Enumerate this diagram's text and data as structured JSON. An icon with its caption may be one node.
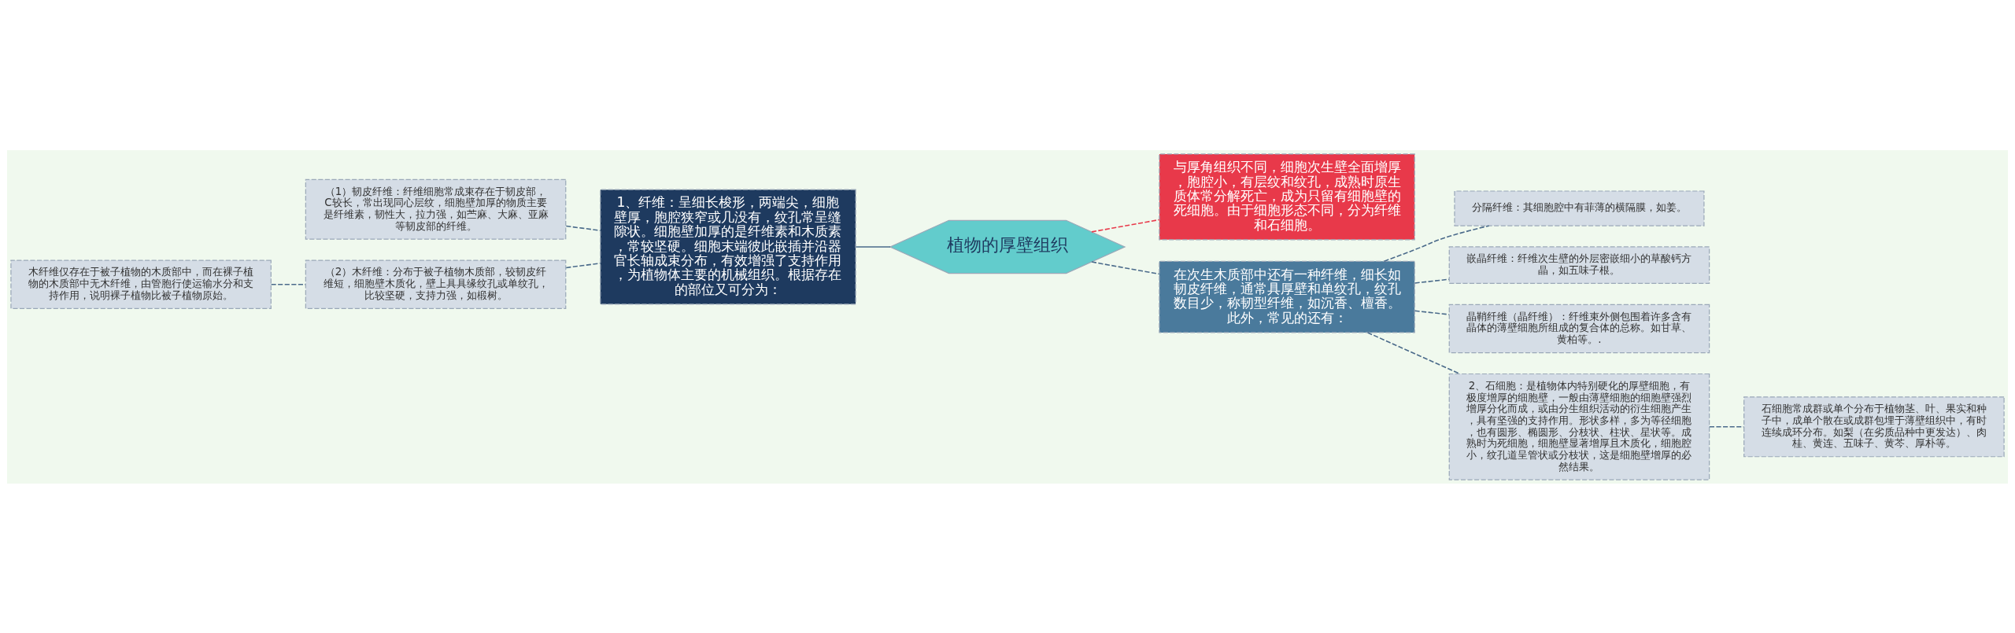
{
  "diagram": {
    "nodes": [
      {
        "text": [
          "植物的厚壁组织"
        ]
      },
      {
        "text": [
          "1、纤维：呈细长梭形，两端尖，细胞壁厚，胞腔狭窄或几没有，纹孔常呈缝隙状。细胞壁加厚的是纤维素和木质素，常较坚硬。细胞末端彼此嵌插并沿器官长轴成束分布，有效增强了支持作用，为植物体主要的机械组织。根据存在的部位又可分为："
        ]
      },
      {
        "text": [
          "（1）韧皮纤维：纤维细胞常成束存在于韧皮部，C较长，常出现同心层纹，细胞壁加厚的物质主要是纤维素，韧性大，拉力强，如苎麻、大麻、亚麻等韧皮部的纤维。"
        ]
      },
      {
        "text": [
          "（2）木纤维：分布于被子植物木质部，较韧皮纤维短，细胞壁木质化，壁上具具缘纹孔或单纹孔，比较坚硬，支持力强，如椴树。"
        ]
      },
      {
        "text": [
          "木纤维仅存在于被子植物的木质部中，而在裸子植物的木质部中无木纤维，由管胞行使运输水分和支持作用，说明裸子植物比被子植物原始。"
        ]
      },
      {
        "text": [
          "与厚角组织不同，细胞次生壁全面增厚，胞腔小，有层纹和纹孔，成熟时原生质体常分解死亡，成为只留有细胞壁的死细胞。由于细胞形态不同，分为纤维和石细胞。"
        ]
      },
      {
        "text": [
          "在次生木质部中还有一种纤维，细长如韧皮纤维，通常具厚壁和单纹孔，纹孔数目少，称韧型纤维，如沉香、檀香。此外，常见的还有："
        ]
      },
      {
        "text": [
          "分隔纤维：其细胞腔中有菲薄的横隔膜，如姜。"
        ]
      },
      {
        "text": [
          "嵌晶纤维：纤维次生壁的外层密嵌细小的草酸钙方晶，如五味子根。"
        ]
      },
      {
        "text": [
          "晶鞘纤维（晶纤维）：纤维束外侧包围着许多含有晶体的薄壁细胞所组成的复合体的总称。如甘草、黄柏等。."
        ]
      },
      {
        "text": [
          "2、石细胞：是植物体内特别硬化的厚壁细胞，有极度增厚的细胞壁，一般由薄壁细胞的细胞壁强烈增厚分化而成，或由分生组织活动的衍生细胞产生，具有坚强的支持作用。形状多样，多为等径细胞，也有圆形、椭圆形、分枝状、柱状、星状等。成熟时为死细胞，细胞壁显著增厚且木质化，细胞腔小，纹孔道呈管状或分枝状，这是细胞壁增厚的必然结果。"
        ]
      },
      {
        "text": [
          "石细胞常成群或单个分布于植物茎、叶、果实和种子中，成单个散在或成群包埋于薄壁组织中，有时连续成环分布。如梨（在劣质品种中更发达）、肉桂、黄连、五味子、黄芩、厚朴等。"
        ]
      }
    ],
    "edges": [
      {
        "from": 1,
        "to": 0,
        "arrow": "none"
      },
      {
        "from": 2,
        "to": 1,
        "arrow": "none",
        "style": "dashed"
      },
      {
        "from": 3,
        "to": 1,
        "arrow": "none",
        "style": "dashed"
      },
      {
        "from": 4,
        "to": 3,
        "arrow": "none",
        "style": "dashed"
      },
      {
        "from": 0,
        "to": 5,
        "arrow": "none",
        "style": "dashed",
        "color": "#e8394a"
      },
      {
        "from": 0,
        "to": 6,
        "arrow": "none",
        "style": "dashed"
      },
      {
        "from": 6,
        "to": 7,
        "arrow": "none",
        "style": "dashed"
      },
      {
        "from": 6,
        "to": 8,
        "arrow": "none",
        "style": "dashed"
      },
      {
        "from": 6,
        "to": 9,
        "arrow": "none",
        "style": "dashed"
      },
      {
        "from": 6,
        "to": 10,
        "arrow": "none",
        "style": "dashed"
      },
      {
        "from": 10,
        "to": 11,
        "arrow": "none",
        "style": "dashed"
      }
    ]
  }
}
